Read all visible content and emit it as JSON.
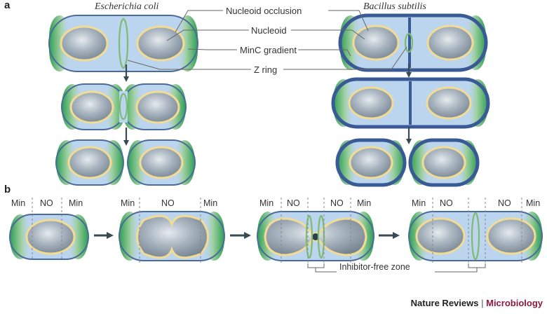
{
  "panels": {
    "a": "a",
    "b": "b"
  },
  "organisms": {
    "left": "Escherichia coli",
    "right": "Bacillus subtilis"
  },
  "callouts": {
    "nucleoid_occlusion": "Nucleoid occlusion",
    "nucleoid": "Nucleoid",
    "minc_gradient": "MinC gradient",
    "z_ring": "Z ring"
  },
  "zones": {
    "min": "Min",
    "no": "NO"
  },
  "inhibitor_free_zone": "Inhibitor-free zone",
  "credit": {
    "journal": "Nature Reviews",
    "separator": "|",
    "section": "Microbiology"
  },
  "colors": {
    "cell_fill": "#bcd5ee",
    "cell_outline_ecoli": "#4b6b9a",
    "cell_outline_bsub": "#3a5a96",
    "minc_green": "#3fa35a",
    "nucleoid_rim": "#f2dc95",
    "nucleoid_fill": "#8a98a5",
    "z_ring": "#7dbb72",
    "arrow": "#3a4a55"
  }
}
